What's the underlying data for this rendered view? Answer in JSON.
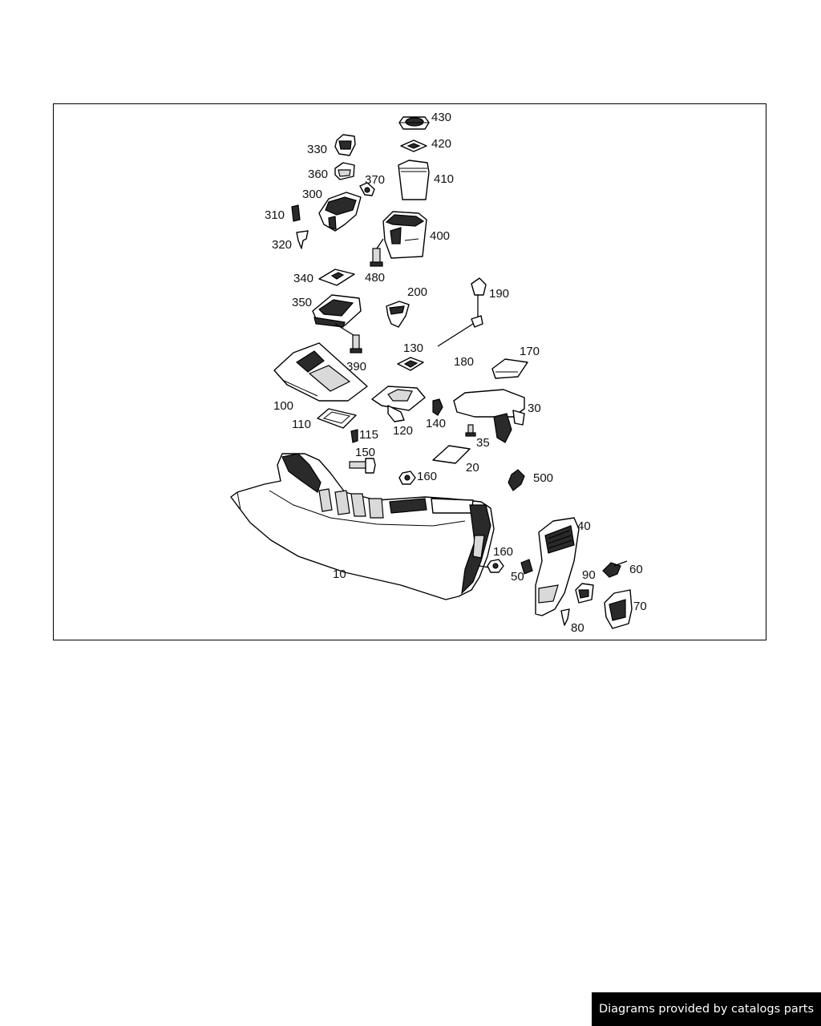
{
  "diagram": {
    "callouts": {
      "c430": "430",
      "c420": "420",
      "c410": "410",
      "c400": "400",
      "c480": "480",
      "c330": "330",
      "c360": "360",
      "c370": "370",
      "c300": "300",
      "c310": "310",
      "c320": "320",
      "c340": "340",
      "c350": "350",
      "c390": "390",
      "c200": "200",
      "c190": "190",
      "c180": "180",
      "c170": "170",
      "c130": "130",
      "c100": "100",
      "c110": "110",
      "c115": "115",
      "c120": "120",
      "c140": "140",
      "c30": "30",
      "c35": "35",
      "c20": "20",
      "c150": "150",
      "c160a": "160",
      "c500": "500",
      "c40": "40",
      "c160b": "160",
      "c50": "50",
      "c10": "10",
      "c90": "90",
      "c60": "60",
      "c70": "70",
      "c80": "80"
    }
  },
  "footer": {
    "credit": "Diagrams provided by catalogs parts"
  }
}
